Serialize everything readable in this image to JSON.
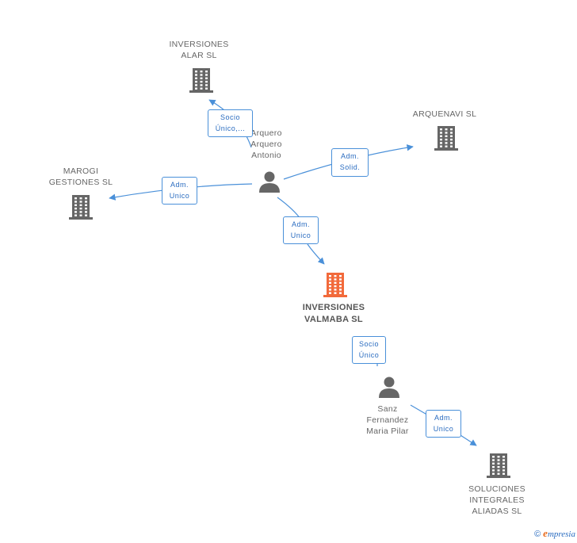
{
  "companies": {
    "alar": {
      "label_lines": [
        "INVERSIONES",
        "ALAR SL"
      ],
      "icon": "building-icon",
      "color": "#666666"
    },
    "arquenavi": {
      "label_lines": [
        "ARQUENAVI SL"
      ],
      "icon": "building-icon",
      "color": "#666666"
    },
    "marogi": {
      "label_lines": [
        "MAROGI",
        "GESTIONES SL"
      ],
      "icon": "building-icon",
      "color": "#666666"
    },
    "valmaba": {
      "label_lines": [
        "INVERSIONES",
        "VALMABA SL"
      ],
      "icon": "building-icon",
      "color": "#f26a3b"
    },
    "soluciones": {
      "label_lines": [
        "SOLUCIONES",
        "INTEGRALES",
        "ALIADAS SL"
      ],
      "icon": "building-icon",
      "color": "#666666"
    }
  },
  "persons": {
    "arquero": {
      "label_lines": [
        "Arquero",
        "Arquero",
        "Antonio"
      ],
      "icon": "person-icon",
      "color": "#666666"
    },
    "sanz": {
      "label_lines": [
        "Sanz",
        "Fernandez",
        "Maria Pilar"
      ],
      "icon": "person-icon",
      "color": "#666666"
    }
  },
  "edges": {
    "arquero_alar": {
      "lines": [
        "Socio",
        "Único,..."
      ]
    },
    "arquero_arquenavi": {
      "lines": [
        "Adm.",
        "Solid."
      ]
    },
    "arquero_marogi": {
      "lines": [
        "Adm.",
        "Unico"
      ]
    },
    "arquero_valmaba": {
      "lines": [
        "Adm.",
        "Unico"
      ]
    },
    "sanz_valmaba": {
      "lines": [
        "Socio",
        "Único"
      ]
    },
    "sanz_soluciones": {
      "lines": [
        "Adm.",
        "Unico"
      ]
    }
  },
  "colors": {
    "edge": "#4a90d9",
    "edge_text": "#2a6cc0",
    "main_node": "#f26a3b",
    "node": "#666666"
  },
  "footer": {
    "copyright": "©",
    "brand_initial": "e",
    "brand_rest": "mpresia"
  }
}
